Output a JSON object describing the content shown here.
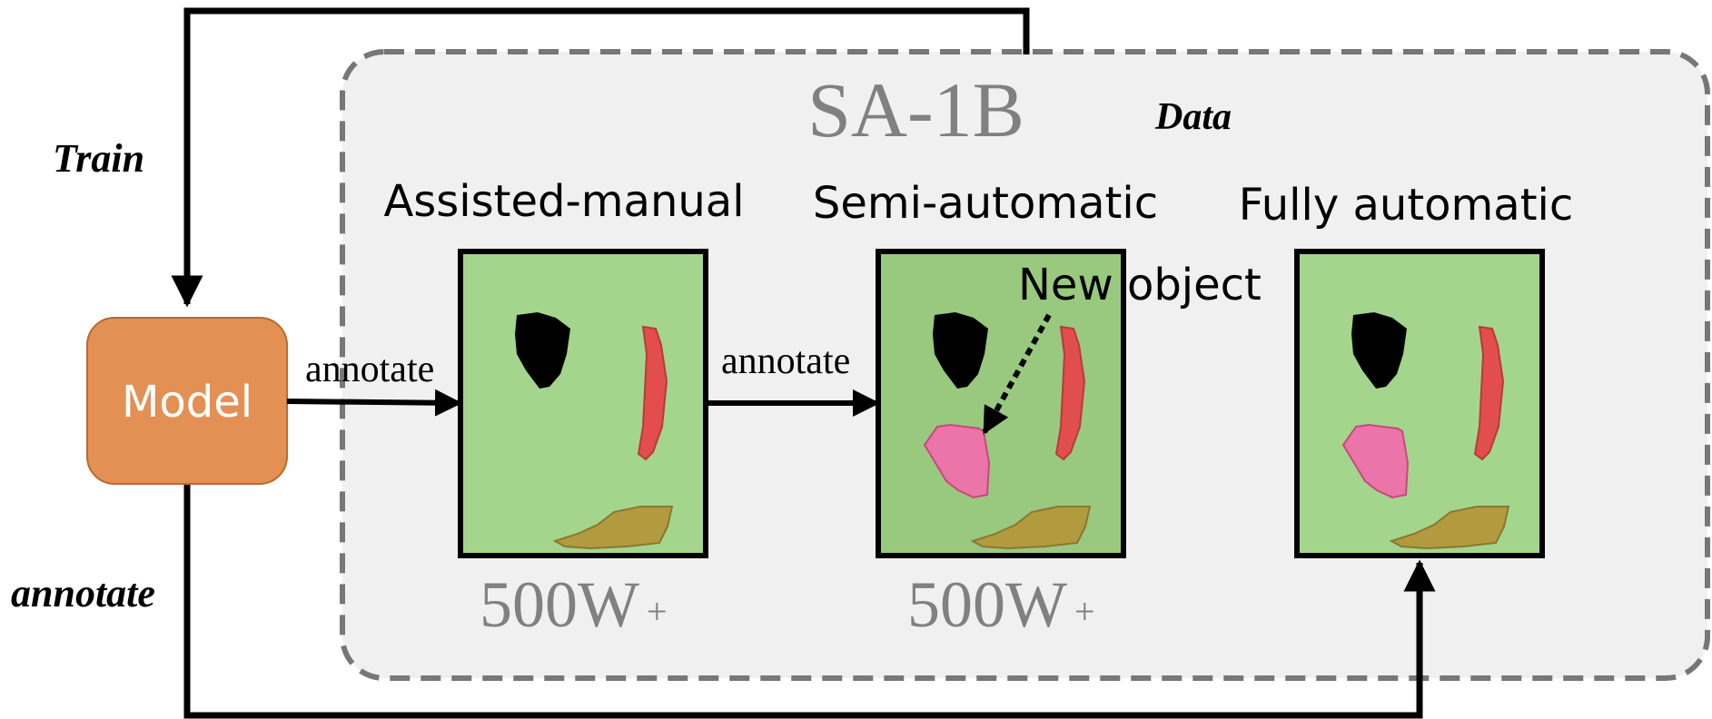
{
  "dataset": {
    "name": "SA-1B",
    "suffix": "Data"
  },
  "model": {
    "label": "Model"
  },
  "loop_labels": {
    "train": "Train",
    "annotate": "annotate"
  },
  "stages": [
    {
      "title": "Assisted-manual",
      "count": "500W",
      "count_suffix": "+"
    },
    {
      "title": "Semi-automatic",
      "count": "500W",
      "count_suffix": "+",
      "callout": "New object"
    },
    {
      "title": "Fully automatic"
    }
  ],
  "arrow_labels": [
    "annotate",
    "annotate"
  ],
  "colors": {
    "panel_bg": "#f0f0f0",
    "panel_border": "#777777",
    "model_fill": "#e39054",
    "model_border": "#b76a34",
    "image_green": "#a3d68c",
    "image_green_mid": "#98c97f",
    "mask_black": "#000000",
    "mask_red": "#e24d4d",
    "mask_pink": "#eb74a8",
    "mask_olive": "#b29a3e",
    "count_gray": "#808080"
  },
  "icons": [
    "arrow-head-icon",
    "dotted-arrow-icon"
  ]
}
